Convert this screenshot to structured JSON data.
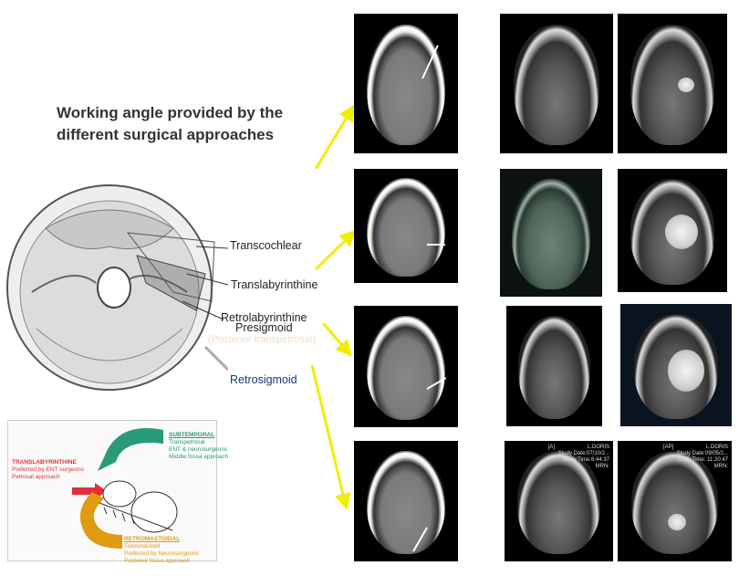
{
  "title": {
    "line1": "Working angle provided by the",
    "line2": "different surgical approaches"
  },
  "skull_labels": {
    "transcochlear": "Transcochlear",
    "translabyrinthine": "Translabyrinthine",
    "retrolabyrinthine": "Retrolabyrinthine",
    "presigmoid": "Presigmoid",
    "posterior_transpetrosal": "(Posterior transpetrosal)",
    "retrosigmoid": "Retrosigmoid"
  },
  "approach_diagram": {
    "subtemporal": {
      "heading": "SUBTEMPORAL",
      "lines": [
        "Transpetrosal",
        "ENT & neurosurgeons",
        "Middle fossa approach"
      ]
    },
    "translabyrinthine": {
      "heading": "TRANSLABYRINTHINE",
      "lines": [
        "Preferred by ENT surgeons",
        "Petrosal approach"
      ]
    },
    "retromastoidal": {
      "heading": "RETROMASTOIDAL",
      "lines": [
        "Transmastoid",
        "Preferred by Neurosurgeons",
        "Posterior fossa approach"
      ]
    }
  },
  "scan_annotations": {
    "r4c2": {
      "view": "[A]",
      "id": "L.DORIS",
      "date": "Study Date:07/10/2...",
      "time": "Study Time:6:44:37",
      "mrn": "MRN:"
    },
    "r4c3": {
      "view": "[AP]",
      "id": "L.DORIS",
      "date": "Study Date:09/05/2...",
      "time": "Study Time: 11:20:47",
      "mrn": "MRN:"
    }
  },
  "colors": {
    "arrow": "#f2ee00",
    "subtemporal": "#2a9a78",
    "translab": "#e0303a",
    "retromast": "#e09a10"
  }
}
